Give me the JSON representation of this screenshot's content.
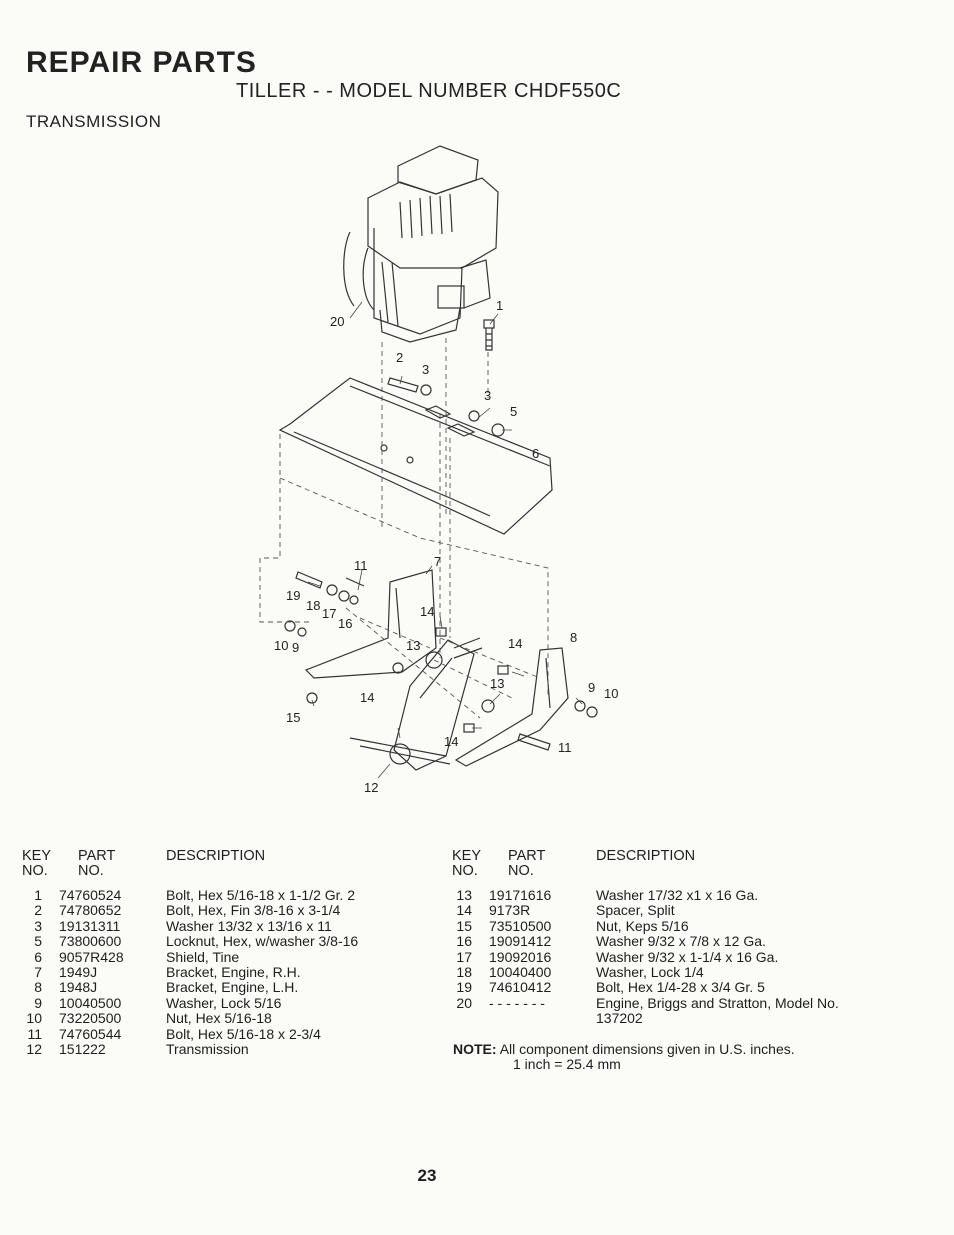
{
  "page": {
    "heading": "REPAIR PARTS",
    "subheading": "TILLER - - MODEL NUMBER CHDF550C",
    "section": "TRANSMISSION",
    "page_number": "23"
  },
  "diagram": {
    "callouts": [
      "1",
      "2",
      "3",
      "3",
      "5",
      "6",
      "20",
      "11",
      "7",
      "19",
      "18",
      "17",
      "16",
      "14",
      "10",
      "9",
      "13",
      "8",
      "14",
      "13",
      "9",
      "10",
      "15",
      "14",
      "14",
      "11",
      "12"
    ]
  },
  "table_headers": {
    "key_line1": "KEY",
    "key_line2": "NO.",
    "part_line1": "PART",
    "part_line2": "NO.",
    "description": "DESCRIPTION"
  },
  "parts_left": [
    {
      "key": "1",
      "part": "74760524",
      "desc": "Bolt, Hex 5/16-18 x 1-1/2 Gr. 2"
    },
    {
      "key": "2",
      "part": "74780652",
      "desc": "Bolt, Hex, Fin 3/8-16 x 3-1/4"
    },
    {
      "key": "3",
      "part": "19131311",
      "desc": "Washer 13/32 x 13/16 x 11"
    },
    {
      "key": "5",
      "part": "73800600",
      "desc": "Locknut, Hex, w/washer 3/8-16"
    },
    {
      "key": "6",
      "part": "9057R428",
      "desc": "Shield, Tine"
    },
    {
      "key": "7",
      "part": "1949J",
      "desc": "Bracket, Engine, R.H."
    },
    {
      "key": "8",
      "part": "1948J",
      "desc": "Bracket, Engine, L.H."
    },
    {
      "key": "9",
      "part": "10040500",
      "desc": "Washer, Lock 5/16"
    },
    {
      "key": "10",
      "part": "73220500",
      "desc": "Nut, Hex 5/16-18"
    },
    {
      "key": "11",
      "part": "74760544",
      "desc": "Bolt, Hex 5/16-18 x 2-3/4"
    },
    {
      "key": "12",
      "part": "151222",
      "desc": "Transmission"
    }
  ],
  "parts_right": [
    {
      "key": "13",
      "part": "19171616",
      "desc": "Washer 17/32 x1 x 16 Ga."
    },
    {
      "key": "14",
      "part": "9173R",
      "desc": "Spacer, Split"
    },
    {
      "key": "15",
      "part": "73510500",
      "desc": "Nut, Keps 5/16"
    },
    {
      "key": "16",
      "part": "19091412",
      "desc": "Washer 9/32 x 7/8 x 12 Ga."
    },
    {
      "key": "17",
      "part": "19092016",
      "desc": "Washer 9/32 x 1-1/4 x 16 Ga."
    },
    {
      "key": "18",
      "part": "10040400",
      "desc": "Washer, Lock 1/4"
    },
    {
      "key": "19",
      "part": "74610412",
      "desc": "Bolt, Hex 1/4-28 x 3/4 Gr. 5"
    },
    {
      "key": "20",
      "part": "- - - - - - -",
      "desc": "Engine, Briggs and Stratton, Model No. 137202"
    }
  ],
  "note": {
    "label": "NOTE:",
    "line1": "All component dimensions given in U.S. inches.",
    "line2": "1 inch = 25.4 mm"
  }
}
